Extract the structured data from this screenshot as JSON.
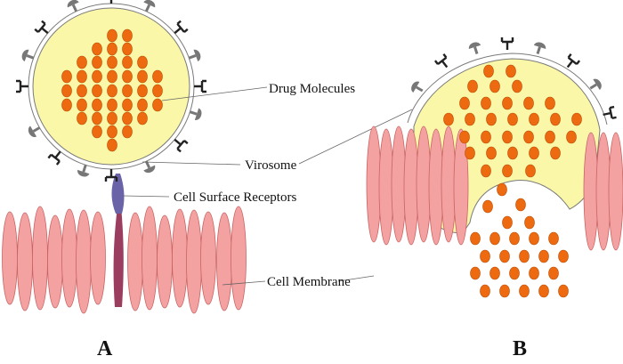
{
  "labels": {
    "drug_molecules": "Drug Molecules",
    "virosome": "Virosome",
    "cell_surface_receptors": "Cell Surface Receptors",
    "cell_membrane": "Cell Membrane"
  },
  "panels": {
    "a": "A",
    "b": "B"
  },
  "colors": {
    "virosome_fill": "#FAF7A8",
    "virosome_outline": "#7a7a7a",
    "drug": "#EE6A10",
    "drug_edge": "#B84A00",
    "membrane": "#F4A1A1",
    "membrane_edge": "#C86464",
    "receptor_top": "#6B63A8",
    "receptor_bottom": "#9B3D5F",
    "protein_dark": "#222222",
    "protein_grey": "#777777",
    "leader_line": "#666666"
  }
}
